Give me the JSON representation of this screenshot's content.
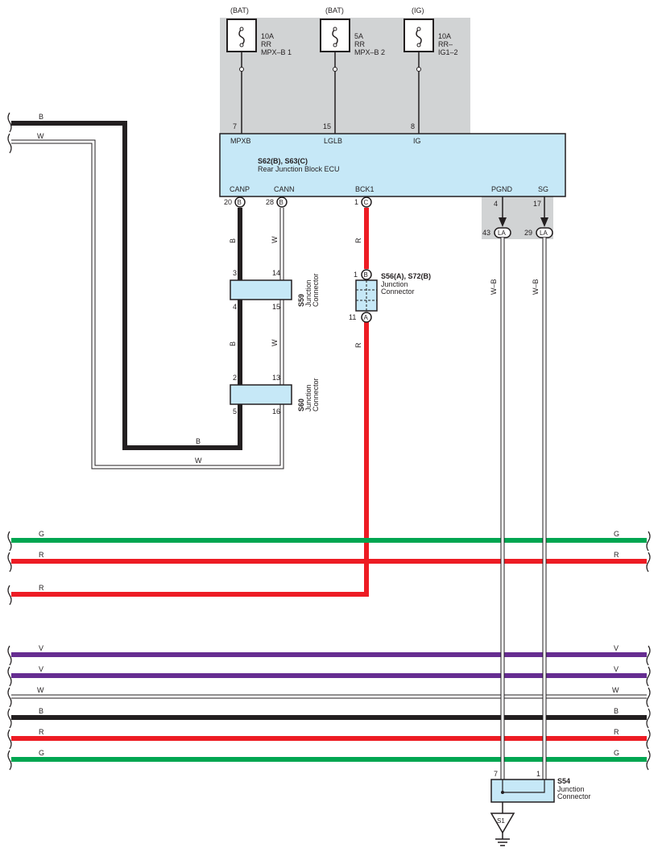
{
  "colors": {
    "black_wire": "#231f20",
    "white_wire": "#ffffff",
    "red_wire": "#ed1c24",
    "green_wire": "#00a651",
    "violet_wire": "#662d91",
    "connector_fill": "#c6e8f7",
    "shade": "#d1d3d4",
    "outline": "#231f20"
  },
  "fuses": [
    {
      "source": "(BAT)",
      "rating": "10A",
      "line1": "RR",
      "line2": "MPX–B 1",
      "pin": "7",
      "terminal": "MPXB"
    },
    {
      "source": "(BAT)",
      "rating": "5A",
      "line1": "RR",
      "line2": "MPX–B 2",
      "pin": "15",
      "terminal": "LGLB"
    },
    {
      "source": "(IG)",
      "rating": "10A",
      "line1": "RR–",
      "line2": "IG1–2",
      "pin": "8",
      "terminal": "IG"
    }
  ],
  "ecu": {
    "connector_id": "S62(B), S63(C)",
    "name": "Rear Junction Block ECU",
    "bottom_terminals": {
      "canp": {
        "name": "CANP",
        "pin": "20",
        "conn": "B"
      },
      "cann": {
        "name": "CANN",
        "pin": "28",
        "conn": "B"
      },
      "bck1": {
        "name": "BCK1",
        "pin": "1",
        "conn": "C"
      },
      "pgnd": {
        "name": "PGND",
        "pin": "4",
        "pin2": "43",
        "conn": "LA"
      },
      "sg": {
        "name": "SG",
        "pin": "17",
        "pin2": "29",
        "conn": "LA"
      }
    }
  },
  "s59": {
    "id": "S59",
    "desc1": "Junction",
    "desc2": "Connector",
    "pin_tl": "3",
    "pin_tr": "14",
    "pin_bl": "4",
    "pin_br": "15"
  },
  "s60": {
    "id": "S60",
    "desc1": "Junction",
    "desc2": "Connector",
    "pin_tl": "2",
    "pin_tr": "13",
    "pin_bl": "5",
    "pin_br": "16"
  },
  "s56": {
    "id": "S56(A), S72(B)",
    "desc1": "Junction",
    "desc2": "Connector",
    "pin_top": "1",
    "conn_top": "B",
    "pin_bot": "11",
    "conn_bot": "A"
  },
  "s54": {
    "id": "S54",
    "desc1": "Junction",
    "desc2": "Connector",
    "pin_left": "7",
    "pin_right": "1"
  },
  "ground": {
    "id": "S1"
  },
  "wire_colors": {
    "canp_wire": "B",
    "cann_wire": "W",
    "bck1_wire": "R",
    "pgnd_wire": "W–B",
    "sg_wire": "W–B",
    "left_black": "B",
    "left_white": "W",
    "loop_black": "B",
    "loop_white": "W"
  },
  "bus_lines": [
    {
      "left": "G",
      "right": "G",
      "color": "green"
    },
    {
      "left": "R",
      "right": "R",
      "color": "red"
    },
    {
      "left": "R",
      "right": "",
      "color": "red"
    },
    {
      "left": "V",
      "right": "V",
      "color": "violet"
    },
    {
      "left": "V",
      "right": "V",
      "color": "violet"
    },
    {
      "left": "W",
      "right": "W",
      "color": "white"
    },
    {
      "left": "B",
      "right": "B",
      "color": "black"
    },
    {
      "left": "R",
      "right": "R",
      "color": "red"
    },
    {
      "left": "G",
      "right": "G",
      "color": "green"
    }
  ]
}
